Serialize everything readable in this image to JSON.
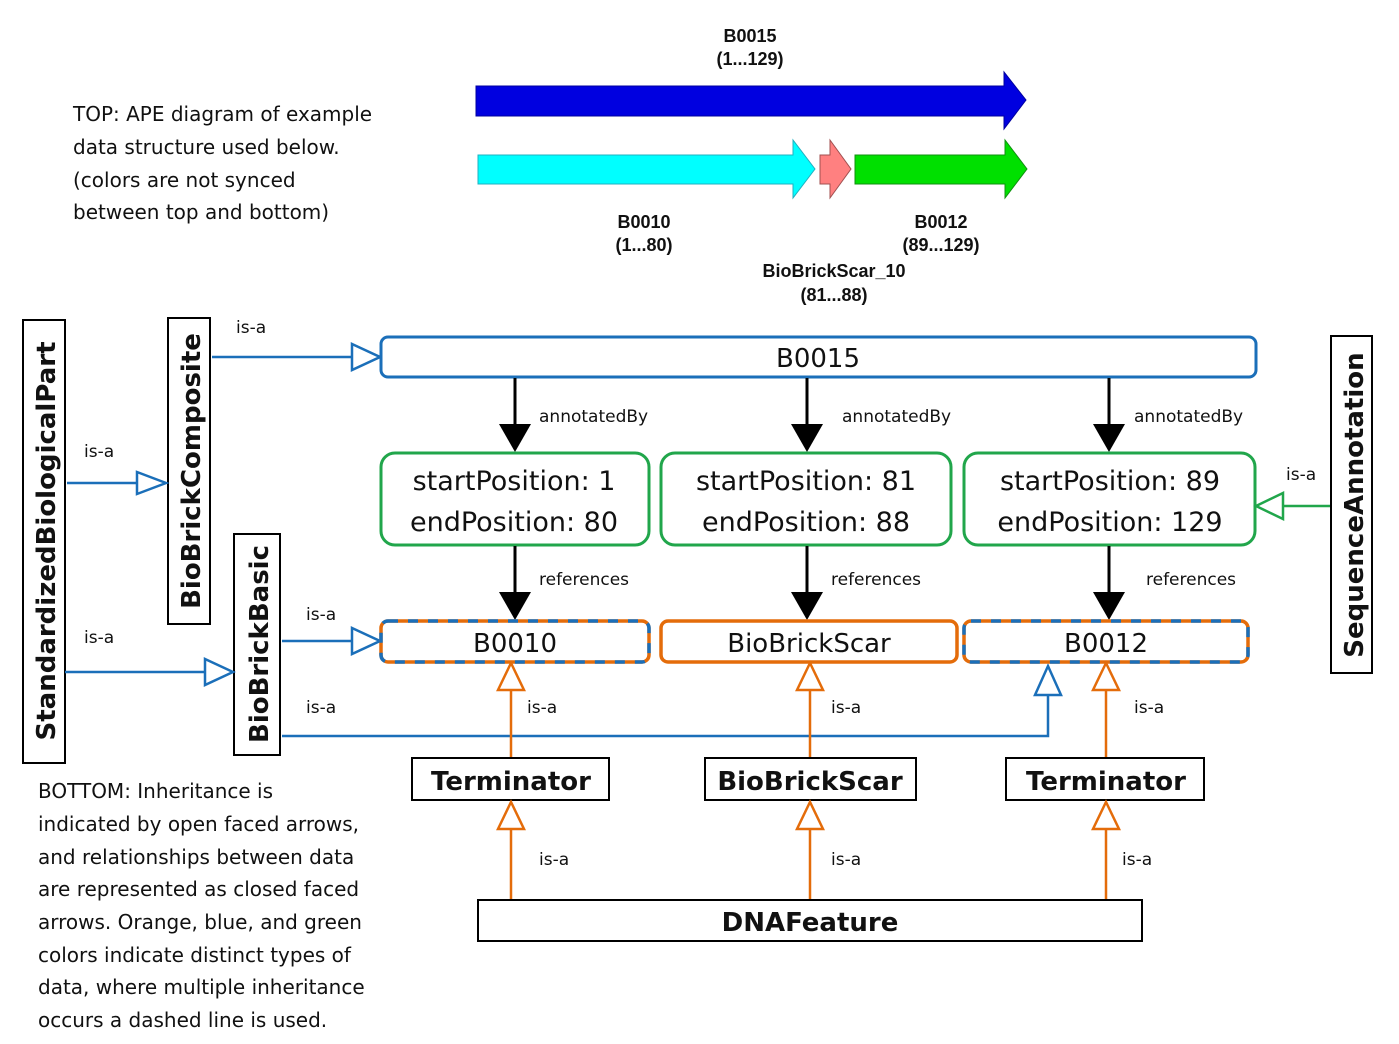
{
  "colors": {
    "blue": "#1b6fb9",
    "orange": "#e46c0a",
    "green": "#21a64b",
    "black": "#000000",
    "ape_b0015": "#0000e0",
    "ape_b0010": "#00ffff",
    "ape_scar": "#ff8080",
    "ape_b0012": "#00e000"
  },
  "top_note": {
    "lines": [
      "TOP: APE diagram of example",
      "data structure used below.",
      "(colors are not synced",
      "between top and bottom)"
    ]
  },
  "bottom_note": {
    "lines": [
      "BOTTOM: Inheritance is",
      "indicated by open faced arrows,",
      "and relationships between data",
      "are represented as closed faced",
      "arrows.  Orange, blue, and green",
      "colors indicate distinct types of",
      "data, where multiple inheritance",
      "occurs a dashed line is used."
    ]
  },
  "ape": {
    "features": [
      {
        "name": "B0015",
        "range": "(1...129)",
        "start": 1,
        "end": 129
      },
      {
        "name": "B0010",
        "range": "(1...80)",
        "start": 1,
        "end": 80
      },
      {
        "name": "BioBrickScar_10",
        "range": "(81...88)",
        "start": 81,
        "end": 88
      },
      {
        "name": "B0012",
        "range": "(89...129)",
        "start": 89,
        "end": 129
      }
    ]
  },
  "classes": {
    "standardized": "StandardizedBiologicalPart",
    "composite": "BioBrickComposite",
    "basic": "BioBrickBasic",
    "sequence_annotation": "SequenceAnnotation",
    "terminator1": "Terminator",
    "scar": "BioBrickScar",
    "terminator2": "Terminator",
    "dnafeature": "DNAFeature"
  },
  "instances": {
    "composite": "B0015",
    "part1": "B0010",
    "part2": "BioBrickScar",
    "part3": "B0012"
  },
  "annotations": [
    {
      "start_label": "startPosition: 1",
      "end_label": "endPosition: 80"
    },
    {
      "start_label": "startPosition: 81",
      "end_label": "endPosition: 88"
    },
    {
      "start_label": "startPosition: 89",
      "end_label": "endPosition: 129"
    }
  ],
  "edge_labels": {
    "is_a": "is-a",
    "annotated_by": "annotatedBy",
    "references": "references"
  }
}
